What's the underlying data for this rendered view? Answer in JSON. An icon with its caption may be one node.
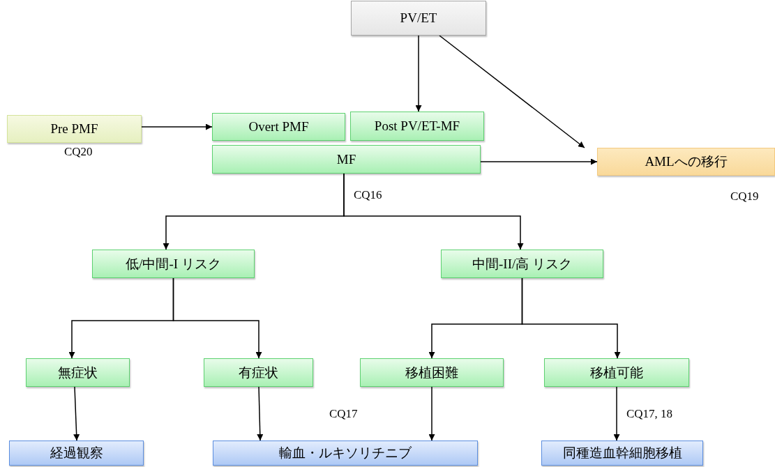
{
  "diagram": {
    "nodes": [
      {
        "text": [
          "PV/ET"
        ]
      },
      {
        "text": [
          "Pre PMF"
        ]
      },
      {
        "text": [
          "Overt PMF"
        ]
      },
      {
        "text": [
          "Post PV/ET-MF"
        ]
      },
      {
        "text": [
          "MF"
        ]
      },
      {
        "text": [
          "AMLへの移行"
        ]
      },
      {
        "text": [
          "低/中間-I リスク"
        ]
      },
      {
        "text": [
          "中間-II/高 リスク"
        ]
      },
      {
        "text": [
          "無症状"
        ]
      },
      {
        "text": [
          "有症状"
        ]
      },
      {
        "text": [
          "移植困難"
        ]
      },
      {
        "text": [
          "移植可能"
        ]
      },
      {
        "text": [
          "経過観察"
        ]
      },
      {
        "text": [
          "輸血・ルキソリチニブ"
        ]
      },
      {
        "text": [
          "同種造血幹細胞移植"
        ]
      }
    ],
    "edges": [
      {
        "from": 0,
        "to": 3,
        "arrow": "to"
      },
      {
        "from": 0,
        "to": 5,
        "arrow": "to"
      },
      {
        "from": 1,
        "to": 2,
        "arrow": "to"
      },
      {
        "from": 4,
        "to": 5,
        "arrow": "to"
      },
      {
        "from": 4,
        "to": 6,
        "arrow": "to"
      },
      {
        "from": 4,
        "to": 7,
        "arrow": "to"
      },
      {
        "from": 6,
        "to": 8,
        "arrow": "to"
      },
      {
        "from": 6,
        "to": 9,
        "arrow": "to"
      },
      {
        "from": 7,
        "to": 10,
        "arrow": "to"
      },
      {
        "from": 7,
        "to": 11,
        "arrow": "to"
      },
      {
        "from": 8,
        "to": 12,
        "arrow": "to"
      },
      {
        "from": 9,
        "to": 13,
        "arrow": "to"
      },
      {
        "from": 10,
        "to": 13,
        "arrow": "to"
      },
      {
        "from": 11,
        "to": 14,
        "arrow": "to"
      }
    ],
    "labels": [
      "CQ20",
      "CQ16",
      "CQ19",
      "CQ17",
      "CQ17, 18"
    ]
  }
}
